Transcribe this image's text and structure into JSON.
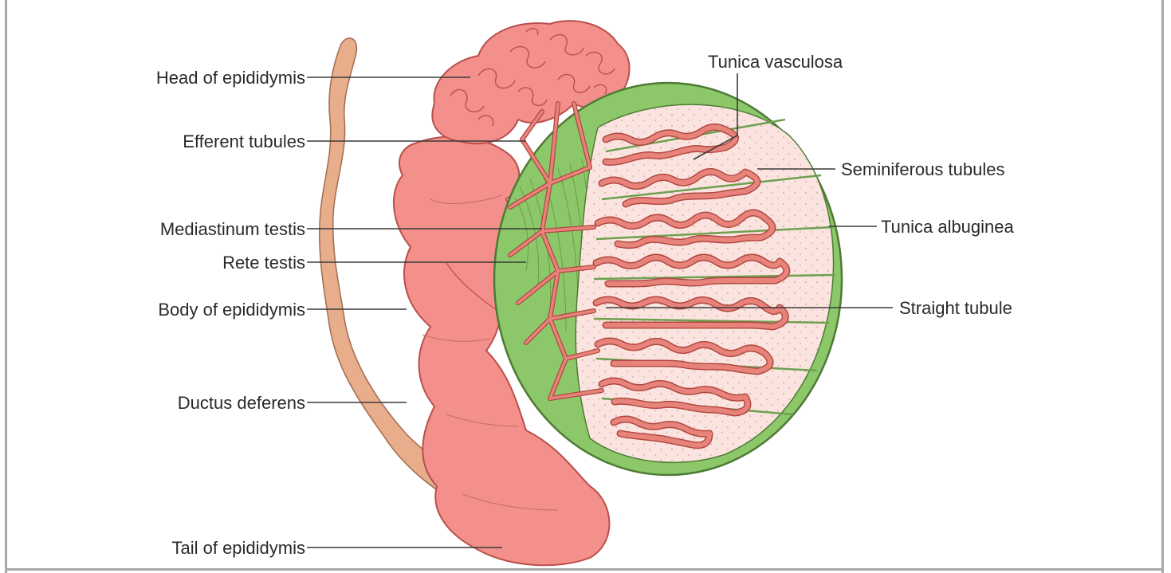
{
  "labels": {
    "head_of_epididymis": "Head of epididymis",
    "efferent_tubules": "Efferent tubules",
    "mediastinum_testis": "Mediastinum testis",
    "rete_testis": "Rete testis",
    "body_of_epididymis": "Body of epididymis",
    "ductus_deferens": "Ductus deferens",
    "tail_of_epididymis": "Tail of epididymis",
    "tunica_vasculosa": "Tunica vasculosa",
    "seminiferous_tubules": "Seminiferous tubules",
    "tunica_albuginea": "Tunica albuginea",
    "straight_tubule": "Straight tubule"
  },
  "colors": {
    "epididymis": "#f3908c",
    "epididymis_outline": "#b8504c",
    "ductus": "#e8ae8c",
    "tunica_green": "#8cc86a",
    "lobule_fill": "#fbe4df",
    "tubule": "#e8837c",
    "tubule_outline": "#b04840"
  }
}
